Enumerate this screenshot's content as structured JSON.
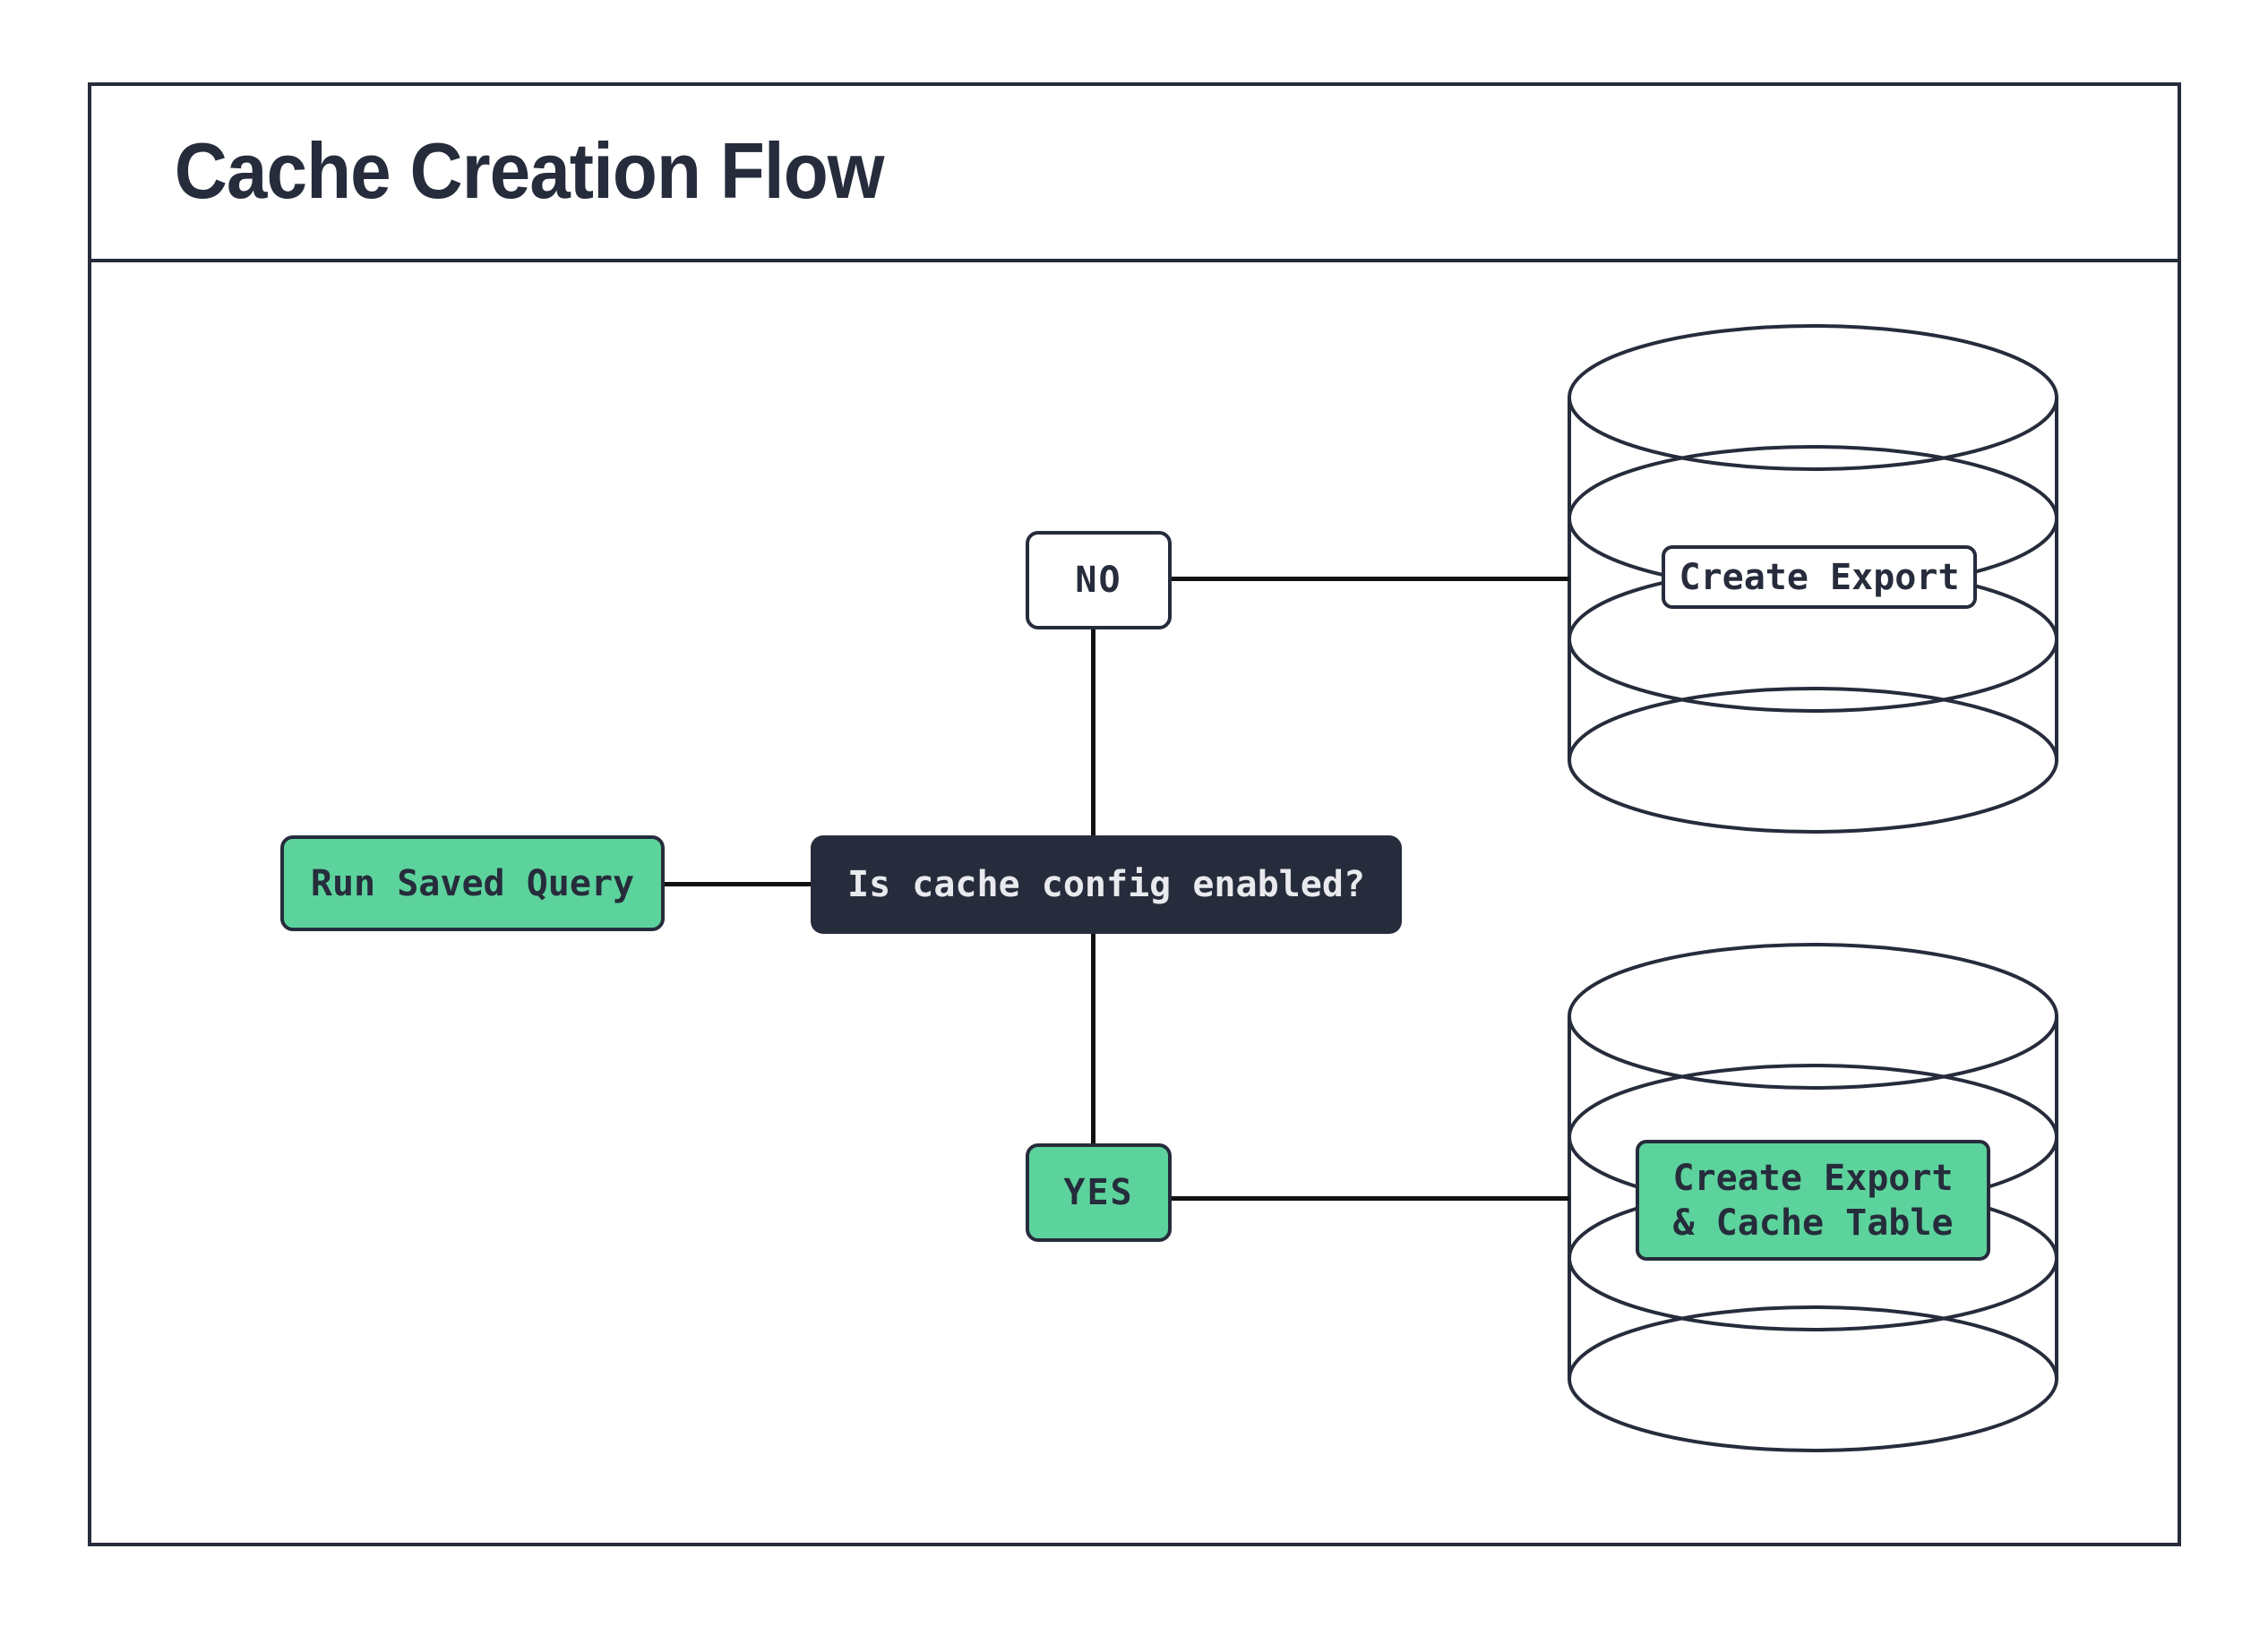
{
  "page": {
    "title": "Cache Creation Flow"
  },
  "colors": {
    "ink": "#262c3b",
    "green": "#5cd39c",
    "line": "#111111",
    "text_light": "#e8eaed",
    "bg": "#ffffff"
  },
  "nodes": {
    "run_saved_query": {
      "label": "Run Saved Query"
    },
    "question": {
      "label": "Is cache config enabled?"
    },
    "no_branch": {
      "label": "NO"
    },
    "yes_branch": {
      "label": "YES"
    },
    "create_export": {
      "label": "Create Export"
    },
    "create_export_cache": {
      "line1": "Create Export",
      "line2": "& Cache Table"
    }
  }
}
